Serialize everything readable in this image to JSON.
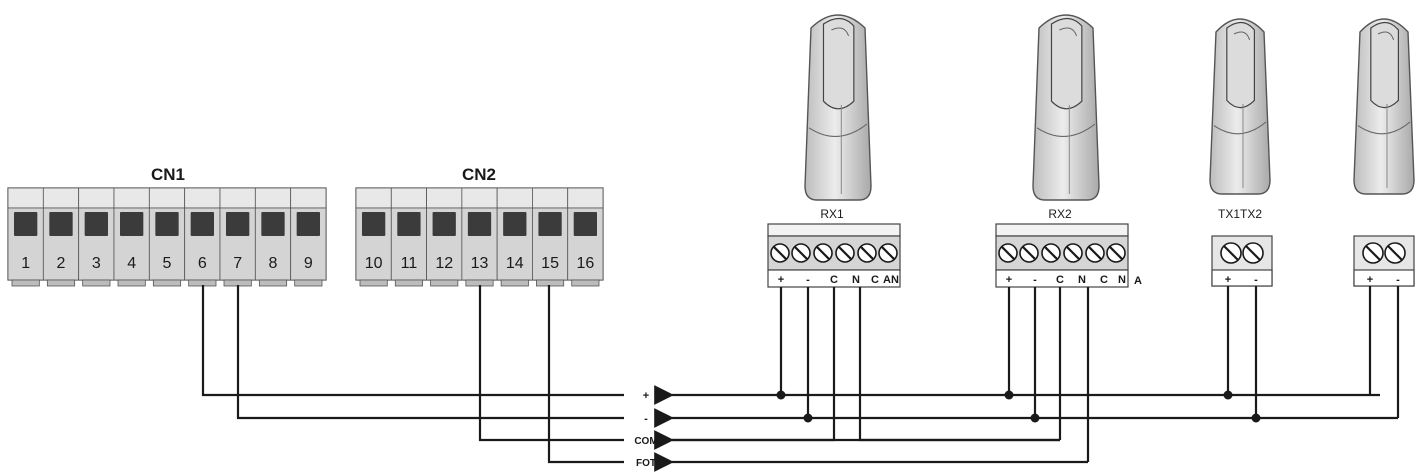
{
  "blocks": {
    "cn1": {
      "label": "CN1",
      "terminals": [
        "1",
        "2",
        "3",
        "4",
        "5",
        "6",
        "7",
        "8",
        "9"
      ]
    },
    "cn2": {
      "label": "CN2",
      "terminals": [
        "10",
        "11",
        "12",
        "13",
        "14",
        "15",
        "16"
      ]
    }
  },
  "devices": {
    "rx1": {
      "label": "RX1",
      "pins": [
        "+",
        "-",
        "C",
        "N",
        "C",
        "AN"
      ]
    },
    "rx2": {
      "label": "RX2",
      "pins": [
        "+",
        "-",
        "C",
        "N",
        "C",
        "N"
      ],
      "extra": "A"
    },
    "tx_label": "TX1TX2",
    "tx1": {
      "pins": [
        "+",
        "-"
      ]
    },
    "tx2": {
      "pins": [
        "+",
        "-"
      ]
    }
  },
  "buses": [
    {
      "label": "+"
    },
    {
      "label": "-"
    },
    {
      "label": "COM"
    },
    {
      "label": "FOT"
    }
  ]
}
